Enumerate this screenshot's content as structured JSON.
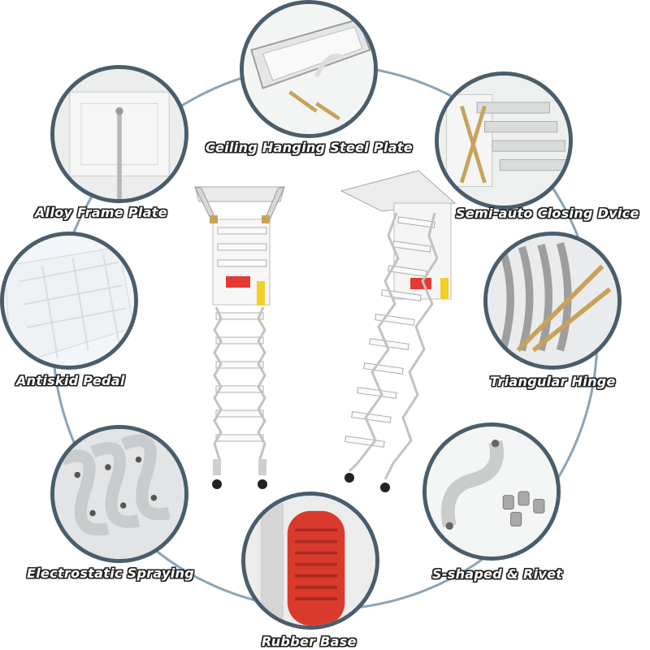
{
  "features": [
    {
      "id": "ceiling-plate",
      "label": "Ceiling Hanging Steel Plate"
    },
    {
      "id": "alloy-frame",
      "label": "Alloy Frame Plate"
    },
    {
      "id": "semi-auto",
      "label": "Semi-auto Closing Dvice"
    },
    {
      "id": "antiskid",
      "label": "Antiskid Pedal"
    },
    {
      "id": "hinge",
      "label": "Triangular Hinge"
    },
    {
      "id": "spraying",
      "label": "Electrostatic Spraying"
    },
    {
      "id": "rivet",
      "label": "S-shaped & Rivet"
    },
    {
      "id": "rubber",
      "label": "Rubber Base"
    }
  ],
  "colors": {
    "ring": "#4a5d6b",
    "ladder": "#f4f4f4",
    "bracket": "#c8a25a",
    "rubber": "#d93a2b"
  }
}
